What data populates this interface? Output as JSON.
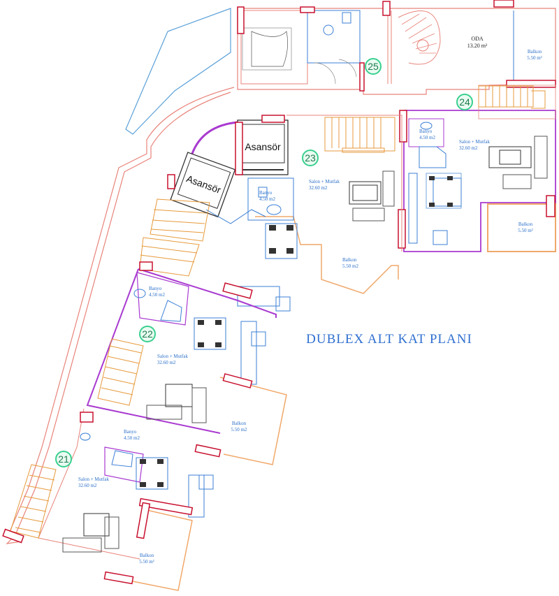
{
  "title": "DUBLEX ALT KAT PLANI",
  "units": [
    "21",
    "22",
    "23",
    "24",
    "25"
  ],
  "elevators": [
    "Asansör",
    "Asansör"
  ],
  "rooms": {
    "oda_name": "ODA",
    "oda_area": "13.20 m²",
    "balkon": "Balkon",
    "balkon_area_sup": "5.50 m²",
    "balkon_area_2": "5.50 m2",
    "banyo": "Banyo",
    "banyo_area": "4.50 m2",
    "salon": "Salon + Mutfak",
    "salon_area": "32.60 m2",
    "salon_area_22": "32.60 m2"
  },
  "colors": {
    "exterior_wall": "#e8837a",
    "apartment_wall": "#a93ad0",
    "column": "#c8102e",
    "stairs": "#e79a3c",
    "furniture": "#3b7fd6",
    "balcony": "#f0a86a",
    "unit_circle": "#3ad08f"
  }
}
